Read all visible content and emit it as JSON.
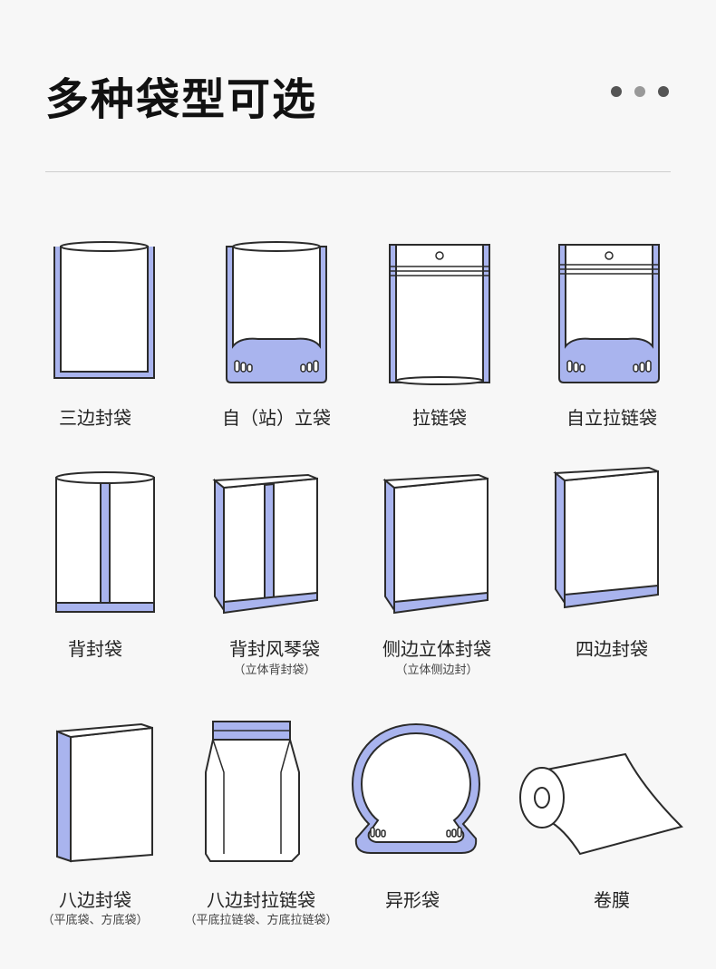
{
  "header": {
    "title": "多种袋型可选",
    "dot_colors": [
      "#555555",
      "#999999",
      "#555555"
    ]
  },
  "colors": {
    "accent_fill": "#a9b4ee",
    "stroke": "#2b2b2b",
    "background": "#f7f7f7"
  },
  "bags": [
    {
      "label": "三边封袋",
      "sub": ""
    },
    {
      "label": "自（站）立袋",
      "sub": ""
    },
    {
      "label": "拉链袋",
      "sub": ""
    },
    {
      "label": "自立拉链袋",
      "sub": ""
    },
    {
      "label": "背封袋",
      "sub": ""
    },
    {
      "label": "背封风琴袋",
      "sub": "（立体背封袋）"
    },
    {
      "label": "侧边立体封袋",
      "sub": "（立体侧边封）"
    },
    {
      "label": "四边封袋",
      "sub": ""
    },
    {
      "label": "八边封袋",
      "sub": "（平底袋、方底袋）"
    },
    {
      "label": "八边封拉链袋",
      "sub": "（平底拉链袋、方底拉链袋）"
    },
    {
      "label": "异形袋",
      "sub": ""
    },
    {
      "label": "卷膜",
      "sub": ""
    }
  ]
}
